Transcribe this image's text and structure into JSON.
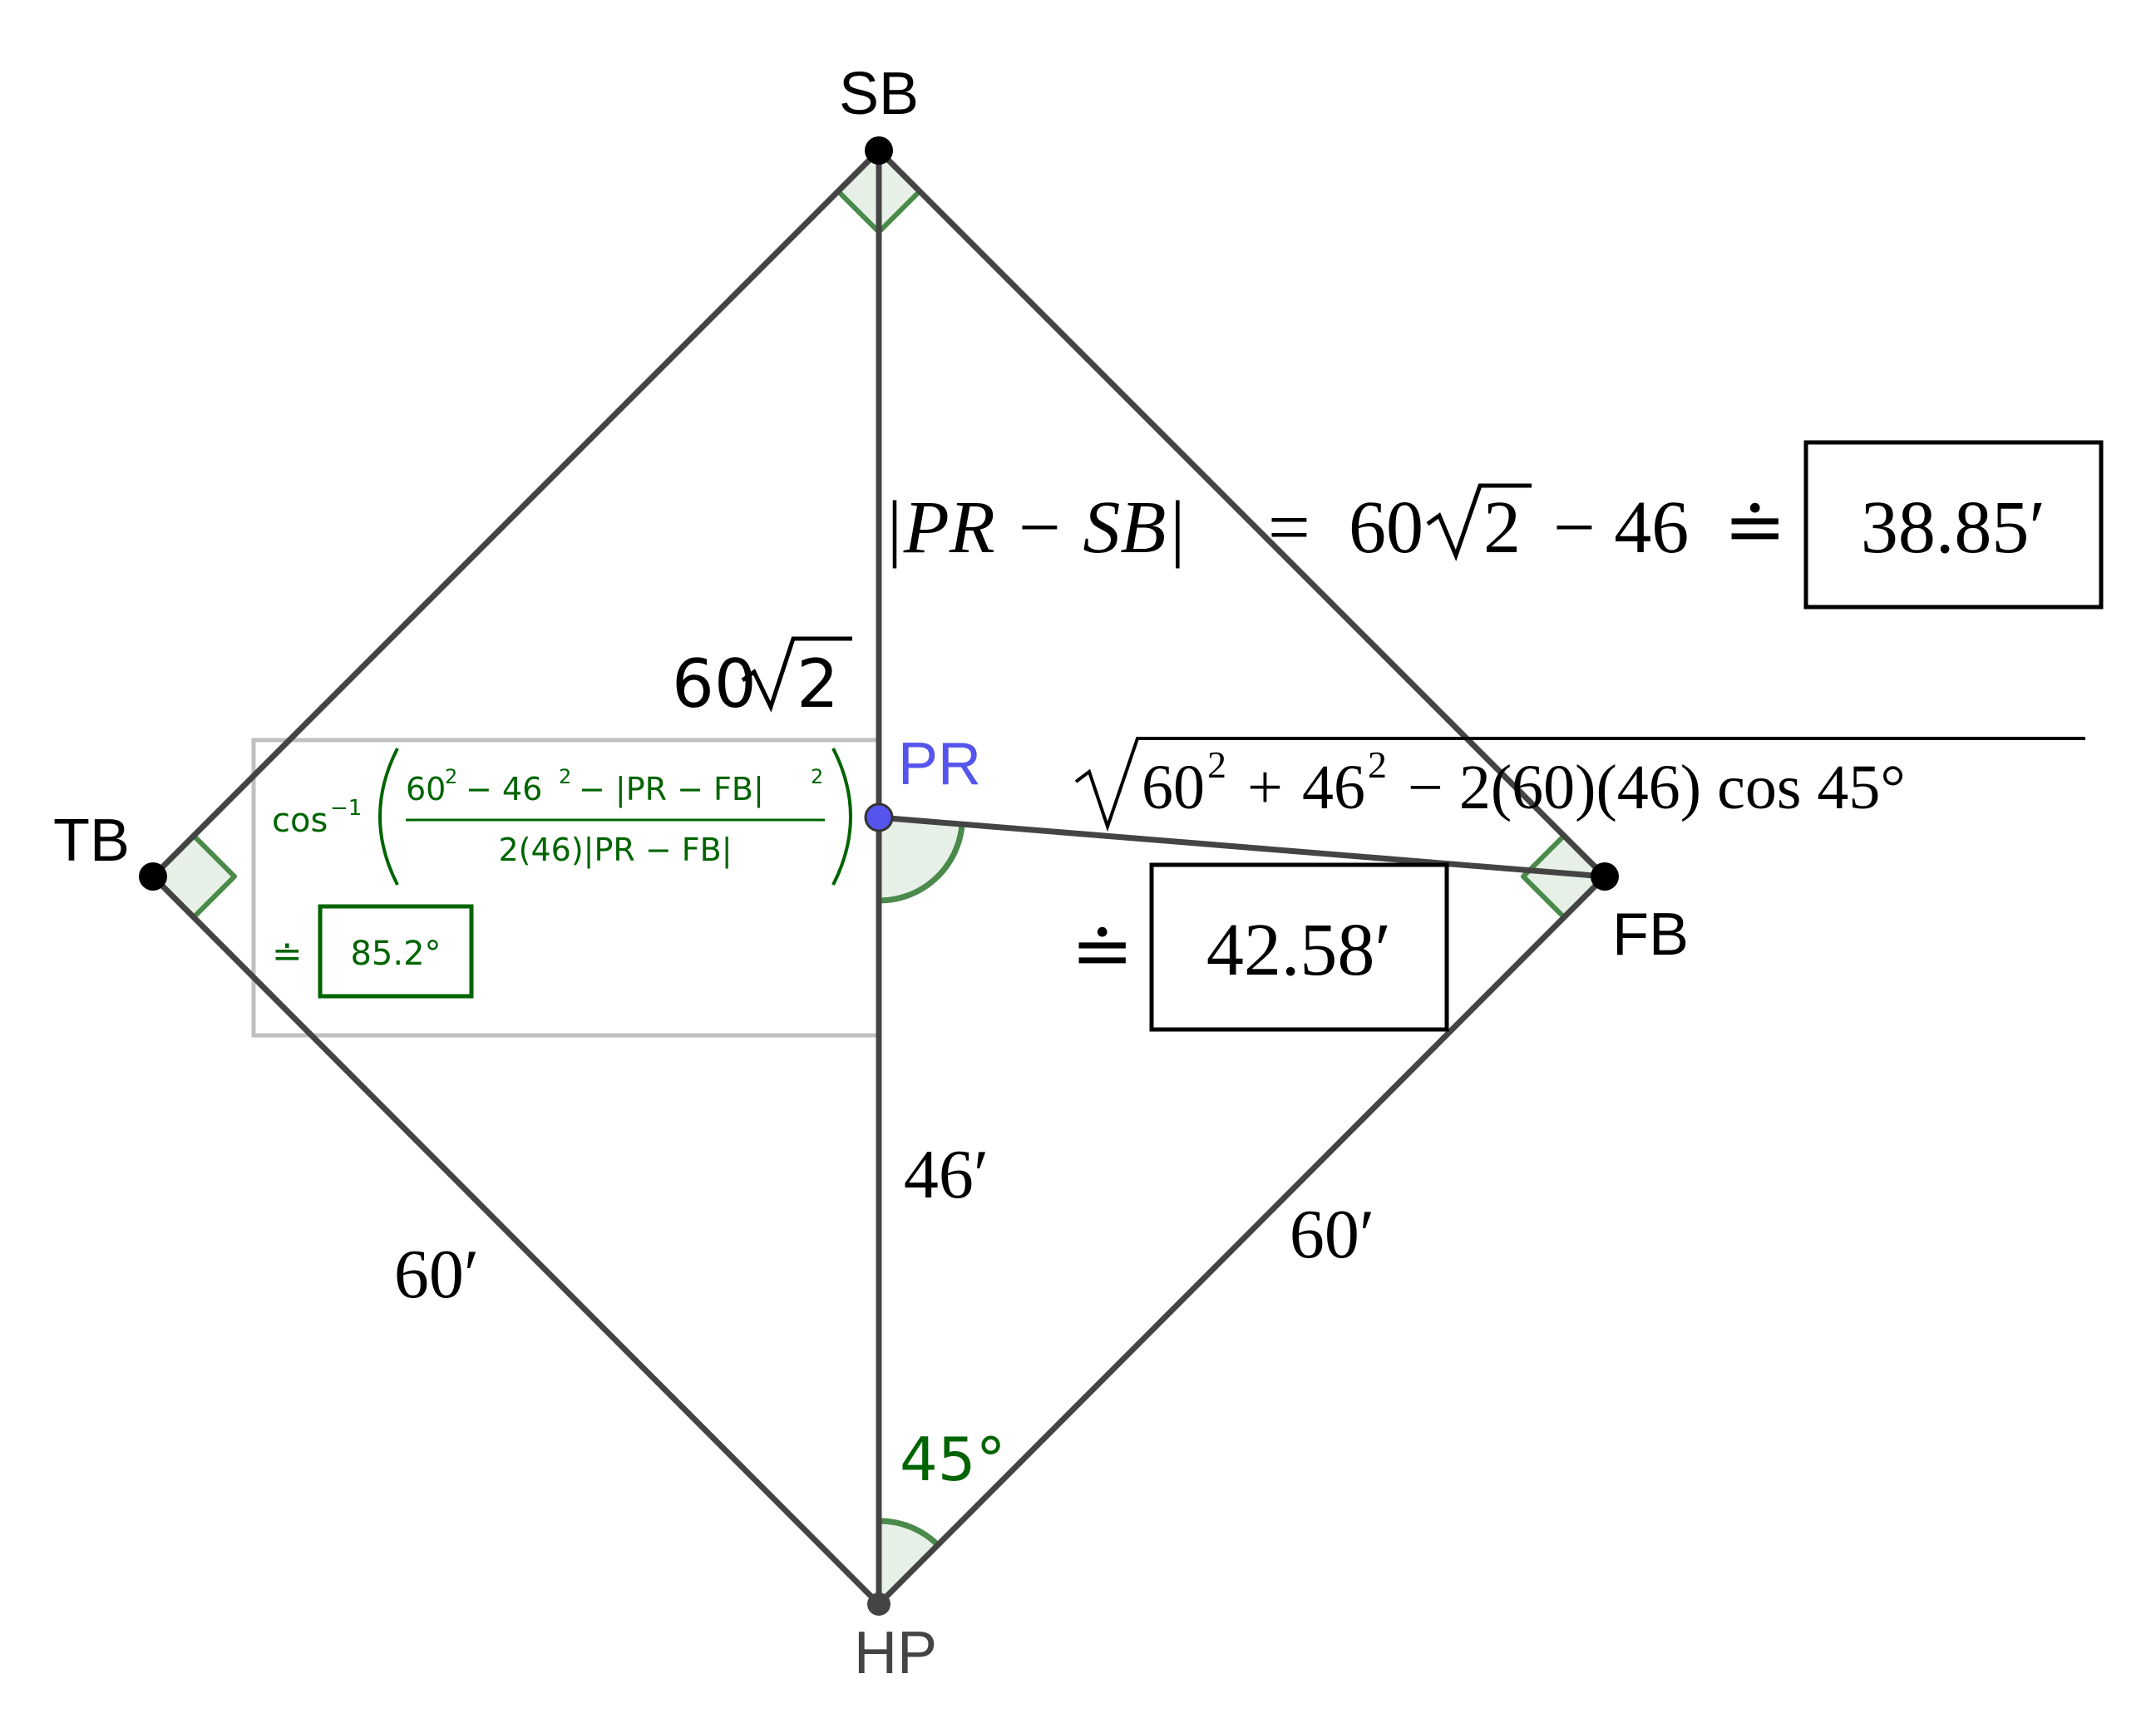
{
  "points": {
    "SB": {
      "label": "SB",
      "color": "#000000"
    },
    "TB": {
      "label": "TB",
      "color": "#000000"
    },
    "FB": {
      "label": "FB",
      "color": "#000000"
    },
    "HP": {
      "label": "HP",
      "color": "#444444"
    },
    "PR": {
      "label": "PR",
      "color": "#5555ee"
    }
  },
  "side_labels": {
    "lower_left": "60′",
    "lower_right": "60′",
    "hp_pr": "46′",
    "diagonal": {
      "coef": "60",
      "radicand": "2"
    }
  },
  "angle_label": "45°",
  "pr_sb": {
    "lhs": "|PR − SB|",
    "eq": "=",
    "coef": "60",
    "radicand": "2",
    "rest": "− 46",
    "approx": "≐",
    "result": "38.85′"
  },
  "pr_fb": {
    "radicand": {
      "a": "60",
      "a_exp": "2",
      "plus": "+",
      "b": "46",
      "b_exp": "2",
      "rest": "− 2(60)(46) cos 45°"
    },
    "approx": "≐",
    "result": "42.58′"
  },
  "angle_calc": {
    "func": "cos",
    "func_exp": "−1",
    "num": {
      "a": "60",
      "a_exp": "2",
      "m1": "− 46",
      "b_exp": "2",
      "m2": "− |PR − FB|",
      "c_exp": "2"
    },
    "den": "2(46)|PR − FB|",
    "approx": "≐",
    "result": "85.2°"
  },
  "colors": {
    "line": "#444444",
    "angle_stroke": "#4a8a4a",
    "angle_fill": "#e6f0e6",
    "green_text": "#006400",
    "pr_blue": "#5555ee",
    "box_gray": "#c0c0c0"
  }
}
